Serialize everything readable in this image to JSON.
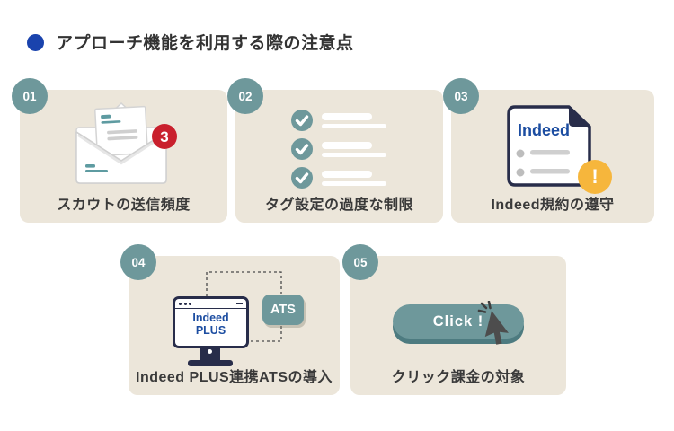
{
  "header": {
    "title": "アプローチ機能を利用する際の注意点"
  },
  "colors": {
    "accent_blue": "#1a43ad",
    "teal": "#6e989b",
    "teal_shadow": "#4d7b80",
    "card_bg": "#ece6da",
    "red": "#c9202d",
    "orange": "#f6b63c",
    "navy": "#282d4a",
    "indeed_blue": "#1c4da1",
    "text_dark": "#3a3a3a"
  },
  "cards": [
    {
      "number": "01",
      "caption": "スカウトの送信頻度",
      "icon": "open-envelope-icon",
      "notification_count": "3"
    },
    {
      "number": "02",
      "caption": "タグ設定の過度な制限",
      "icon": "checklist-icon"
    },
    {
      "number": "03",
      "caption": "Indeed規約の遵守",
      "icon": "document-alert-icon",
      "document_title": "Indeed",
      "alert_mark": "!"
    },
    {
      "number": "04",
      "caption": "Indeed PLUS連携ATSの導入",
      "icon": "monitor-ats-icon",
      "monitor_line1": "Indeed",
      "monitor_line2": "PLUS",
      "ats_label": "ATS"
    },
    {
      "number": "05",
      "caption": "クリック課金の対象",
      "icon": "click-cursor-icon",
      "button_label": "Click !"
    }
  ]
}
